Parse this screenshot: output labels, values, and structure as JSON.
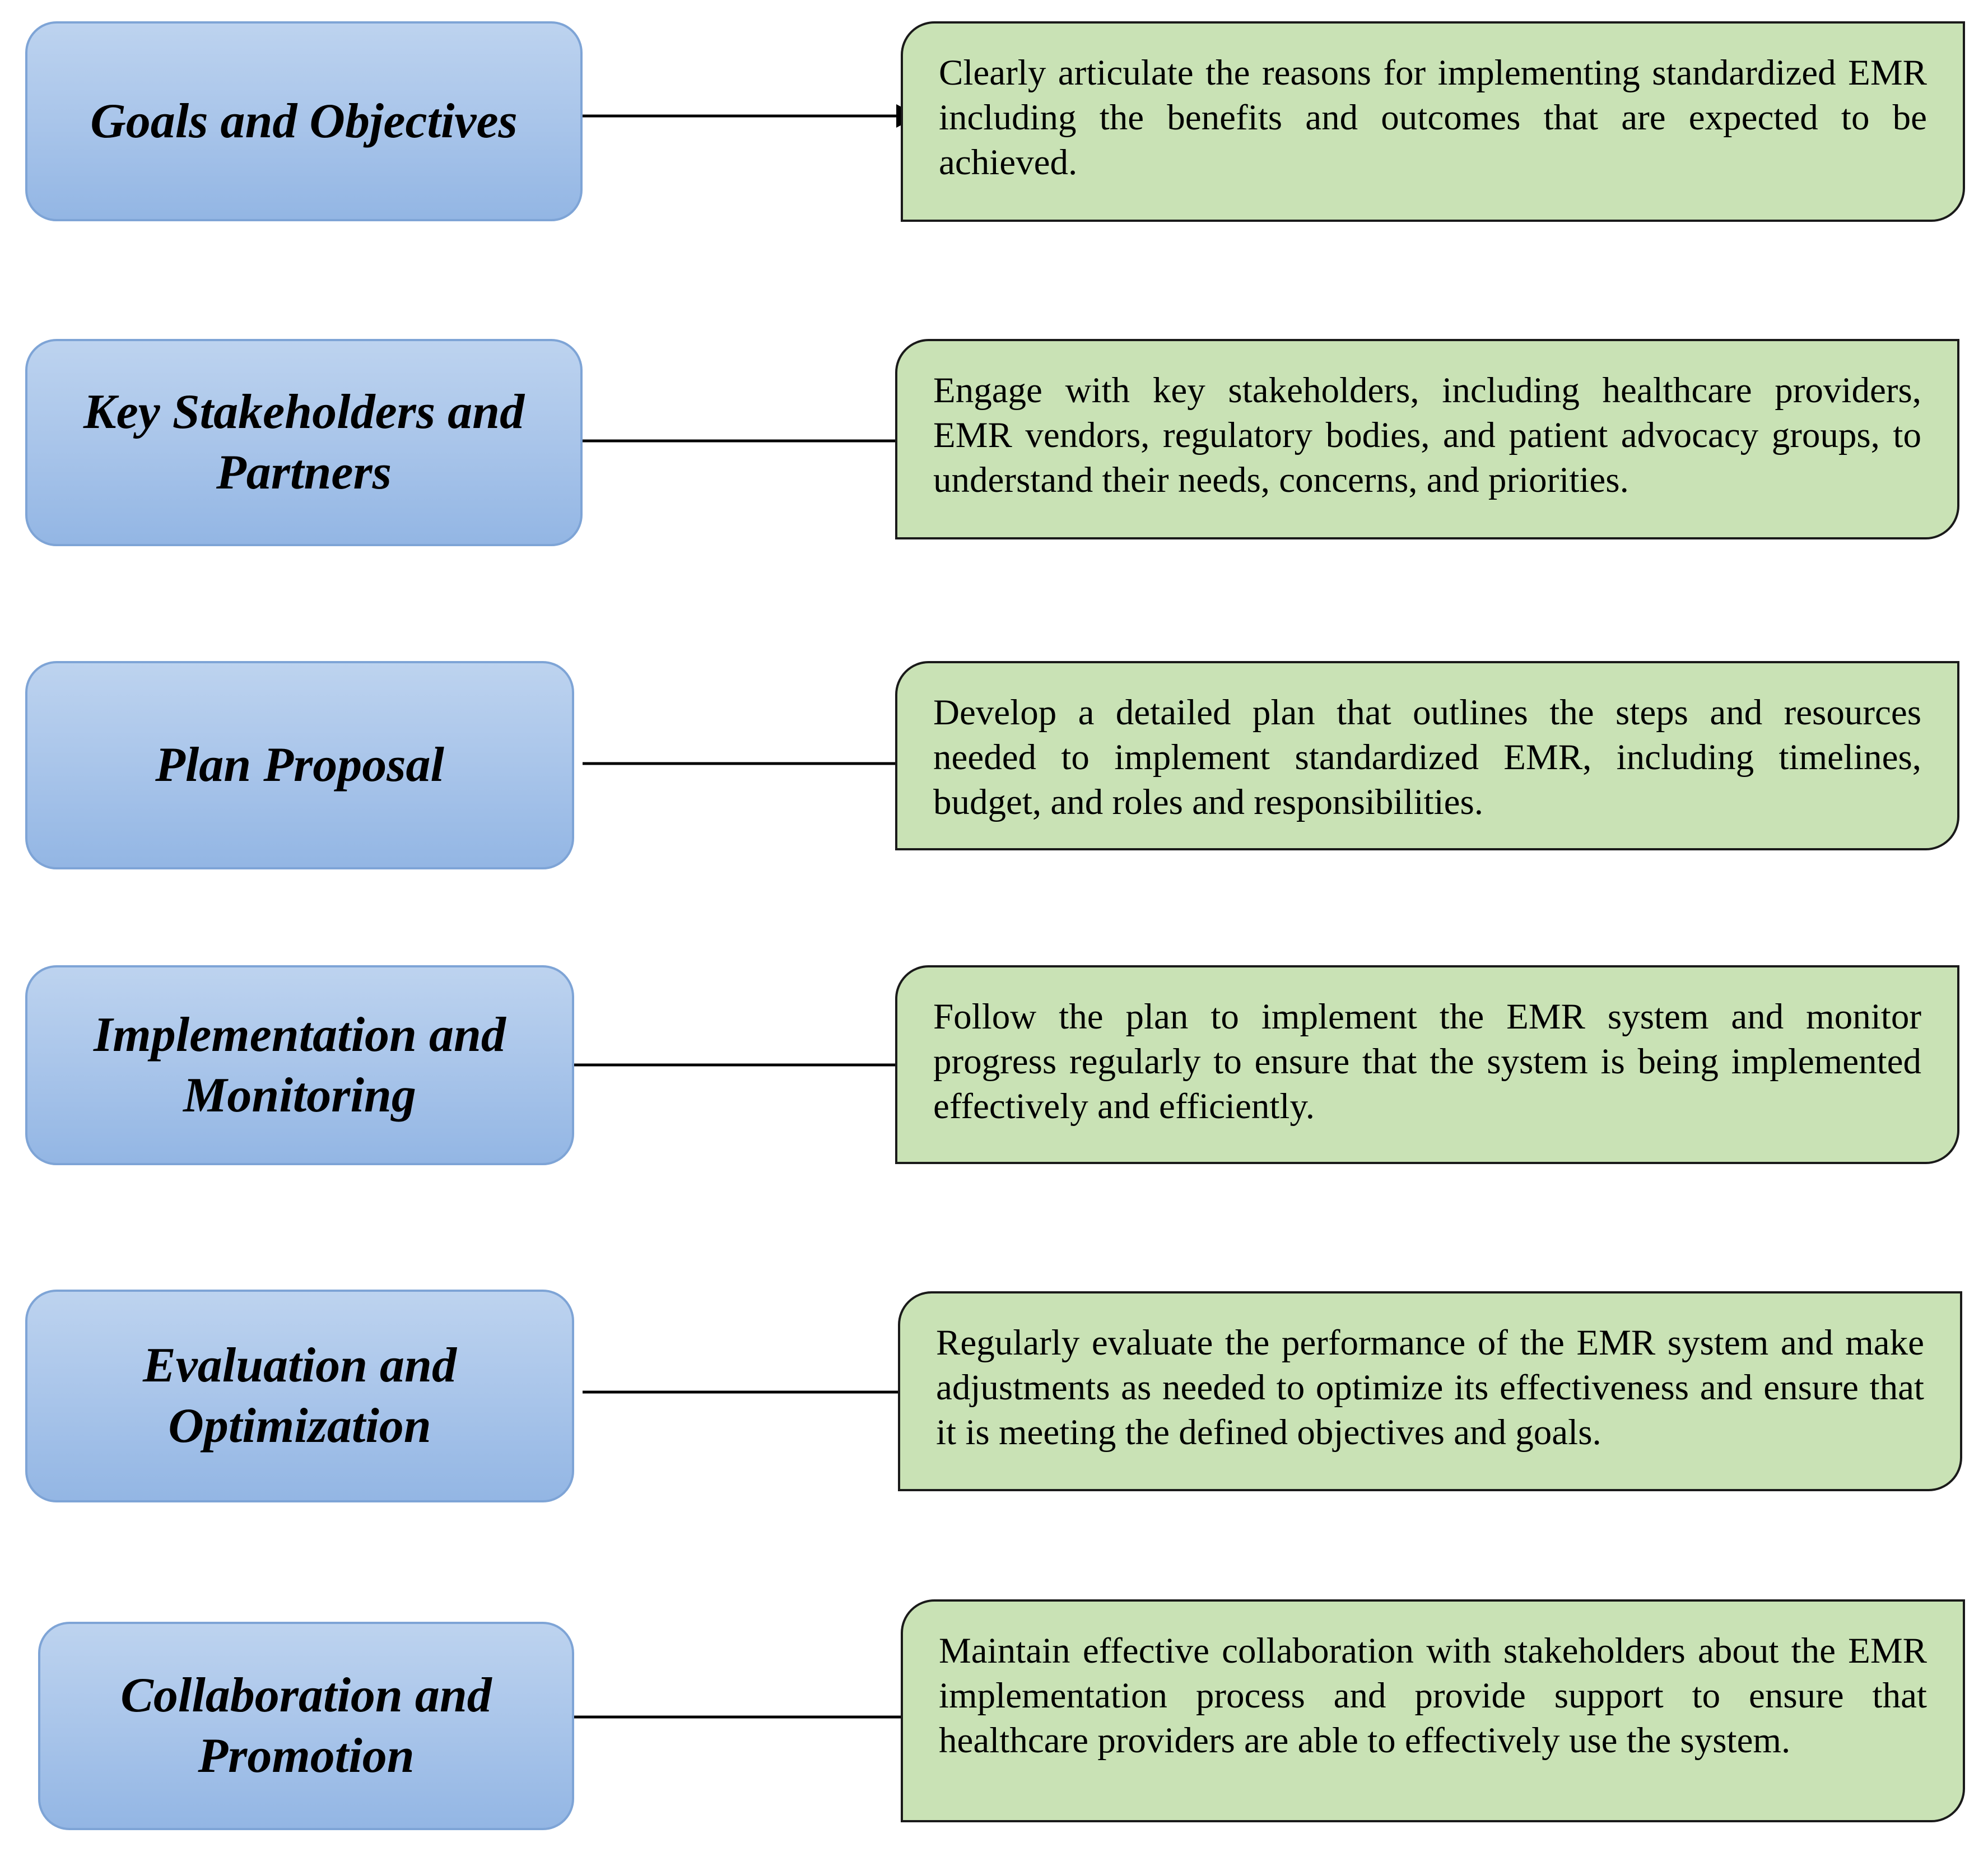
{
  "steps": [
    {
      "title": "Goals and Objectives",
      "description": "Clearly articulate the reasons for implementing standardized EMR including the benefits and outcomes that are expected to be achieved."
    },
    {
      "title": "Key Stakeholders and\nPartners",
      "description": "Engage with key stakeholders, including healthcare providers, EMR vendors, regulatory bodies, and patient advocacy groups, to understand their needs, concerns, and priorities."
    },
    {
      "title": "Plan Proposal",
      "description": "Develop a detailed plan that outlines the steps and resources needed to implement standardized EMR, including timelines, budget, and roles and responsibilities."
    },
    {
      "title": "Implementation and\nMonitoring",
      "description": "Follow the plan to implement the EMR system and monitor progress regularly to ensure that the system is being implemented effectively and efficiently."
    },
    {
      "title": "Evaluation and\nOptimization",
      "description": "Regularly evaluate the performance of the EMR system and make adjustments as needed to optimize its effectiveness and ensure that it is meeting the defined objectives and goals."
    },
    {
      "title": "Collaboration and\nPromotion",
      "description": "Maintain effective collaboration with stakeholders about the EMR implementation process and provide support to ensure that healthcare providers are able to effectively use the system."
    }
  ],
  "colors": {
    "step_fill": "#a9c5ea",
    "step_border": "#7ea4d6",
    "desc_fill": "#c9e2b5",
    "desc_border": "#1a1a1a",
    "arrow": "#000000"
  }
}
